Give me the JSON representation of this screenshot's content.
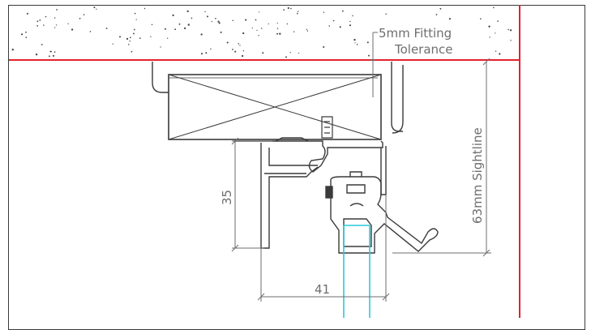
{
  "labels": {
    "fitting_tolerance_line1": "5mm Fitting",
    "fitting_tolerance_line2": "Tolerance",
    "sightline": "63mm Sightline",
    "dim_35": "35",
    "dim_41": "41"
  },
  "colors": {
    "boundary_red": "#e3222c",
    "outline": "#3a3a3a",
    "dimension_grey": "#6e6e6e",
    "glass_cyan": "#29c9dc",
    "concrete_dots": "#444444",
    "background": "#ffffff"
  }
}
